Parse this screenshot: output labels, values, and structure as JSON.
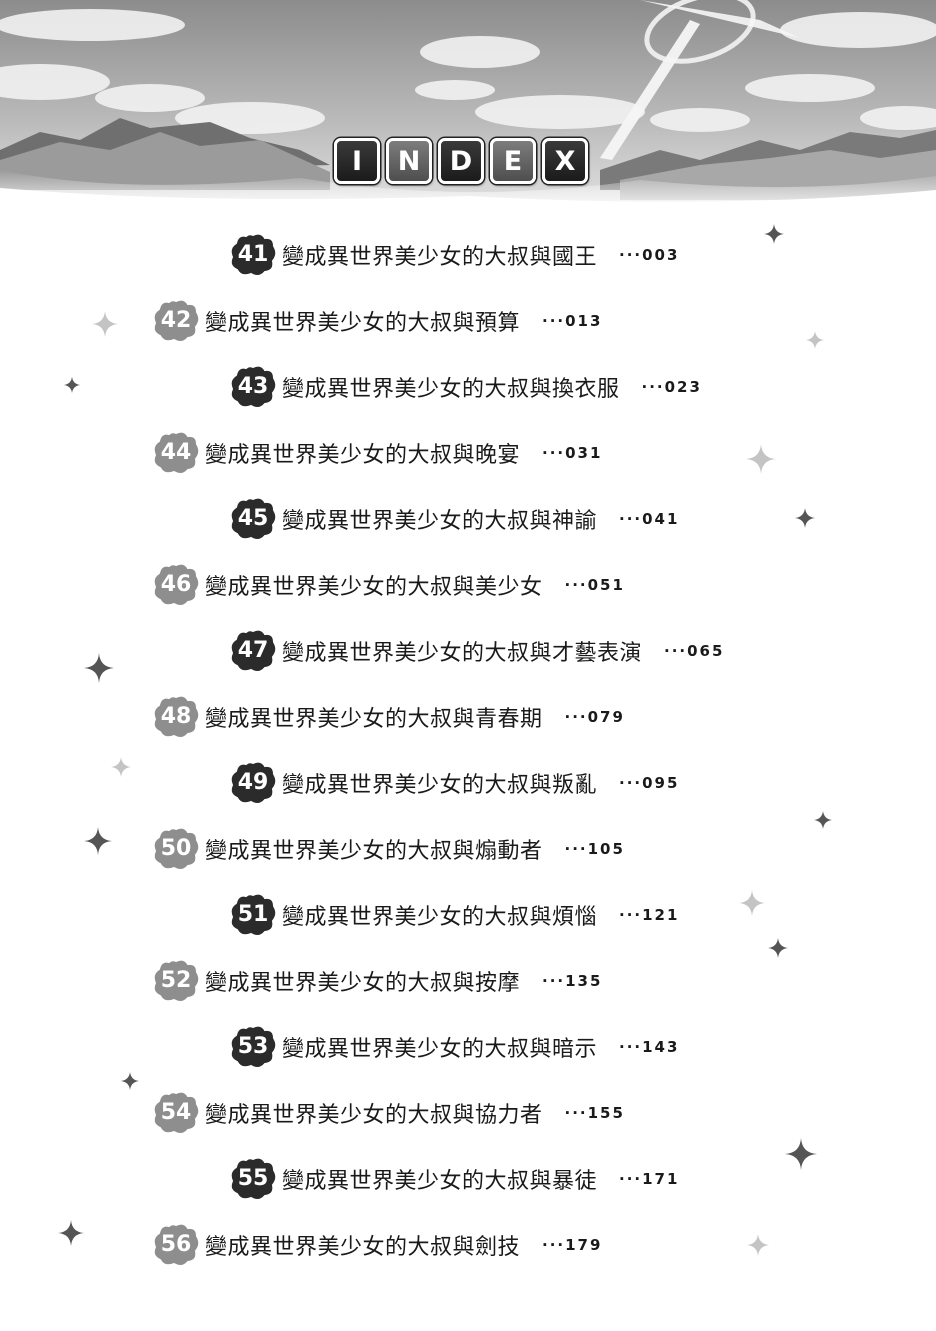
{
  "page": {
    "heading_letters": [
      "I",
      "N",
      "D",
      "E",
      "X"
    ]
  },
  "colors": {
    "badge_dark": "#2b2b2b",
    "badge_light": "#8e8e8e",
    "text": "#1a1a1a"
  },
  "entries": [
    {
      "num": "41",
      "title": "變成異世界美少女的大叔與國王",
      "page": "···003",
      "style": "dark"
    },
    {
      "num": "42",
      "title": "變成異世界美少女的大叔與預算",
      "page": "···013",
      "style": "light"
    },
    {
      "num": "43",
      "title": "變成異世界美少女的大叔與換衣服",
      "page": "···023",
      "style": "dark"
    },
    {
      "num": "44",
      "title": "變成異世界美少女的大叔與晚宴",
      "page": "···031",
      "style": "light"
    },
    {
      "num": "45",
      "title": "變成異世界美少女的大叔與神諭",
      "page": "···041",
      "style": "dark"
    },
    {
      "num": "46",
      "title": "變成異世界美少女的大叔與美少女",
      "page": "···051",
      "style": "light"
    },
    {
      "num": "47",
      "title": "變成異世界美少女的大叔與才藝表演",
      "page": "···065",
      "style": "dark"
    },
    {
      "num": "48",
      "title": "變成異世界美少女的大叔與青春期",
      "page": "···079",
      "style": "light"
    },
    {
      "num": "49",
      "title": "變成異世界美少女的大叔與叛亂",
      "page": "···095",
      "style": "dark"
    },
    {
      "num": "50",
      "title": "變成異世界美少女的大叔與煽動者",
      "page": "···105",
      "style": "light"
    },
    {
      "num": "51",
      "title": "變成異世界美少女的大叔與煩惱",
      "page": "···121",
      "style": "dark"
    },
    {
      "num": "52",
      "title": "變成異世界美少女的大叔與按摩",
      "page": "···135",
      "style": "light"
    },
    {
      "num": "53",
      "title": "變成異世界美少女的大叔與暗示",
      "page": "···143",
      "style": "dark"
    },
    {
      "num": "54",
      "title": "變成異世界美少女的大叔與協力者",
      "page": "···155",
      "style": "light"
    },
    {
      "num": "55",
      "title": "變成異世界美少女的大叔與暴徒",
      "page": "···171",
      "style": "dark"
    },
    {
      "num": "56",
      "title": "變成異世界美少女的大叔與劍技",
      "page": "···179",
      "style": "light"
    }
  ]
}
